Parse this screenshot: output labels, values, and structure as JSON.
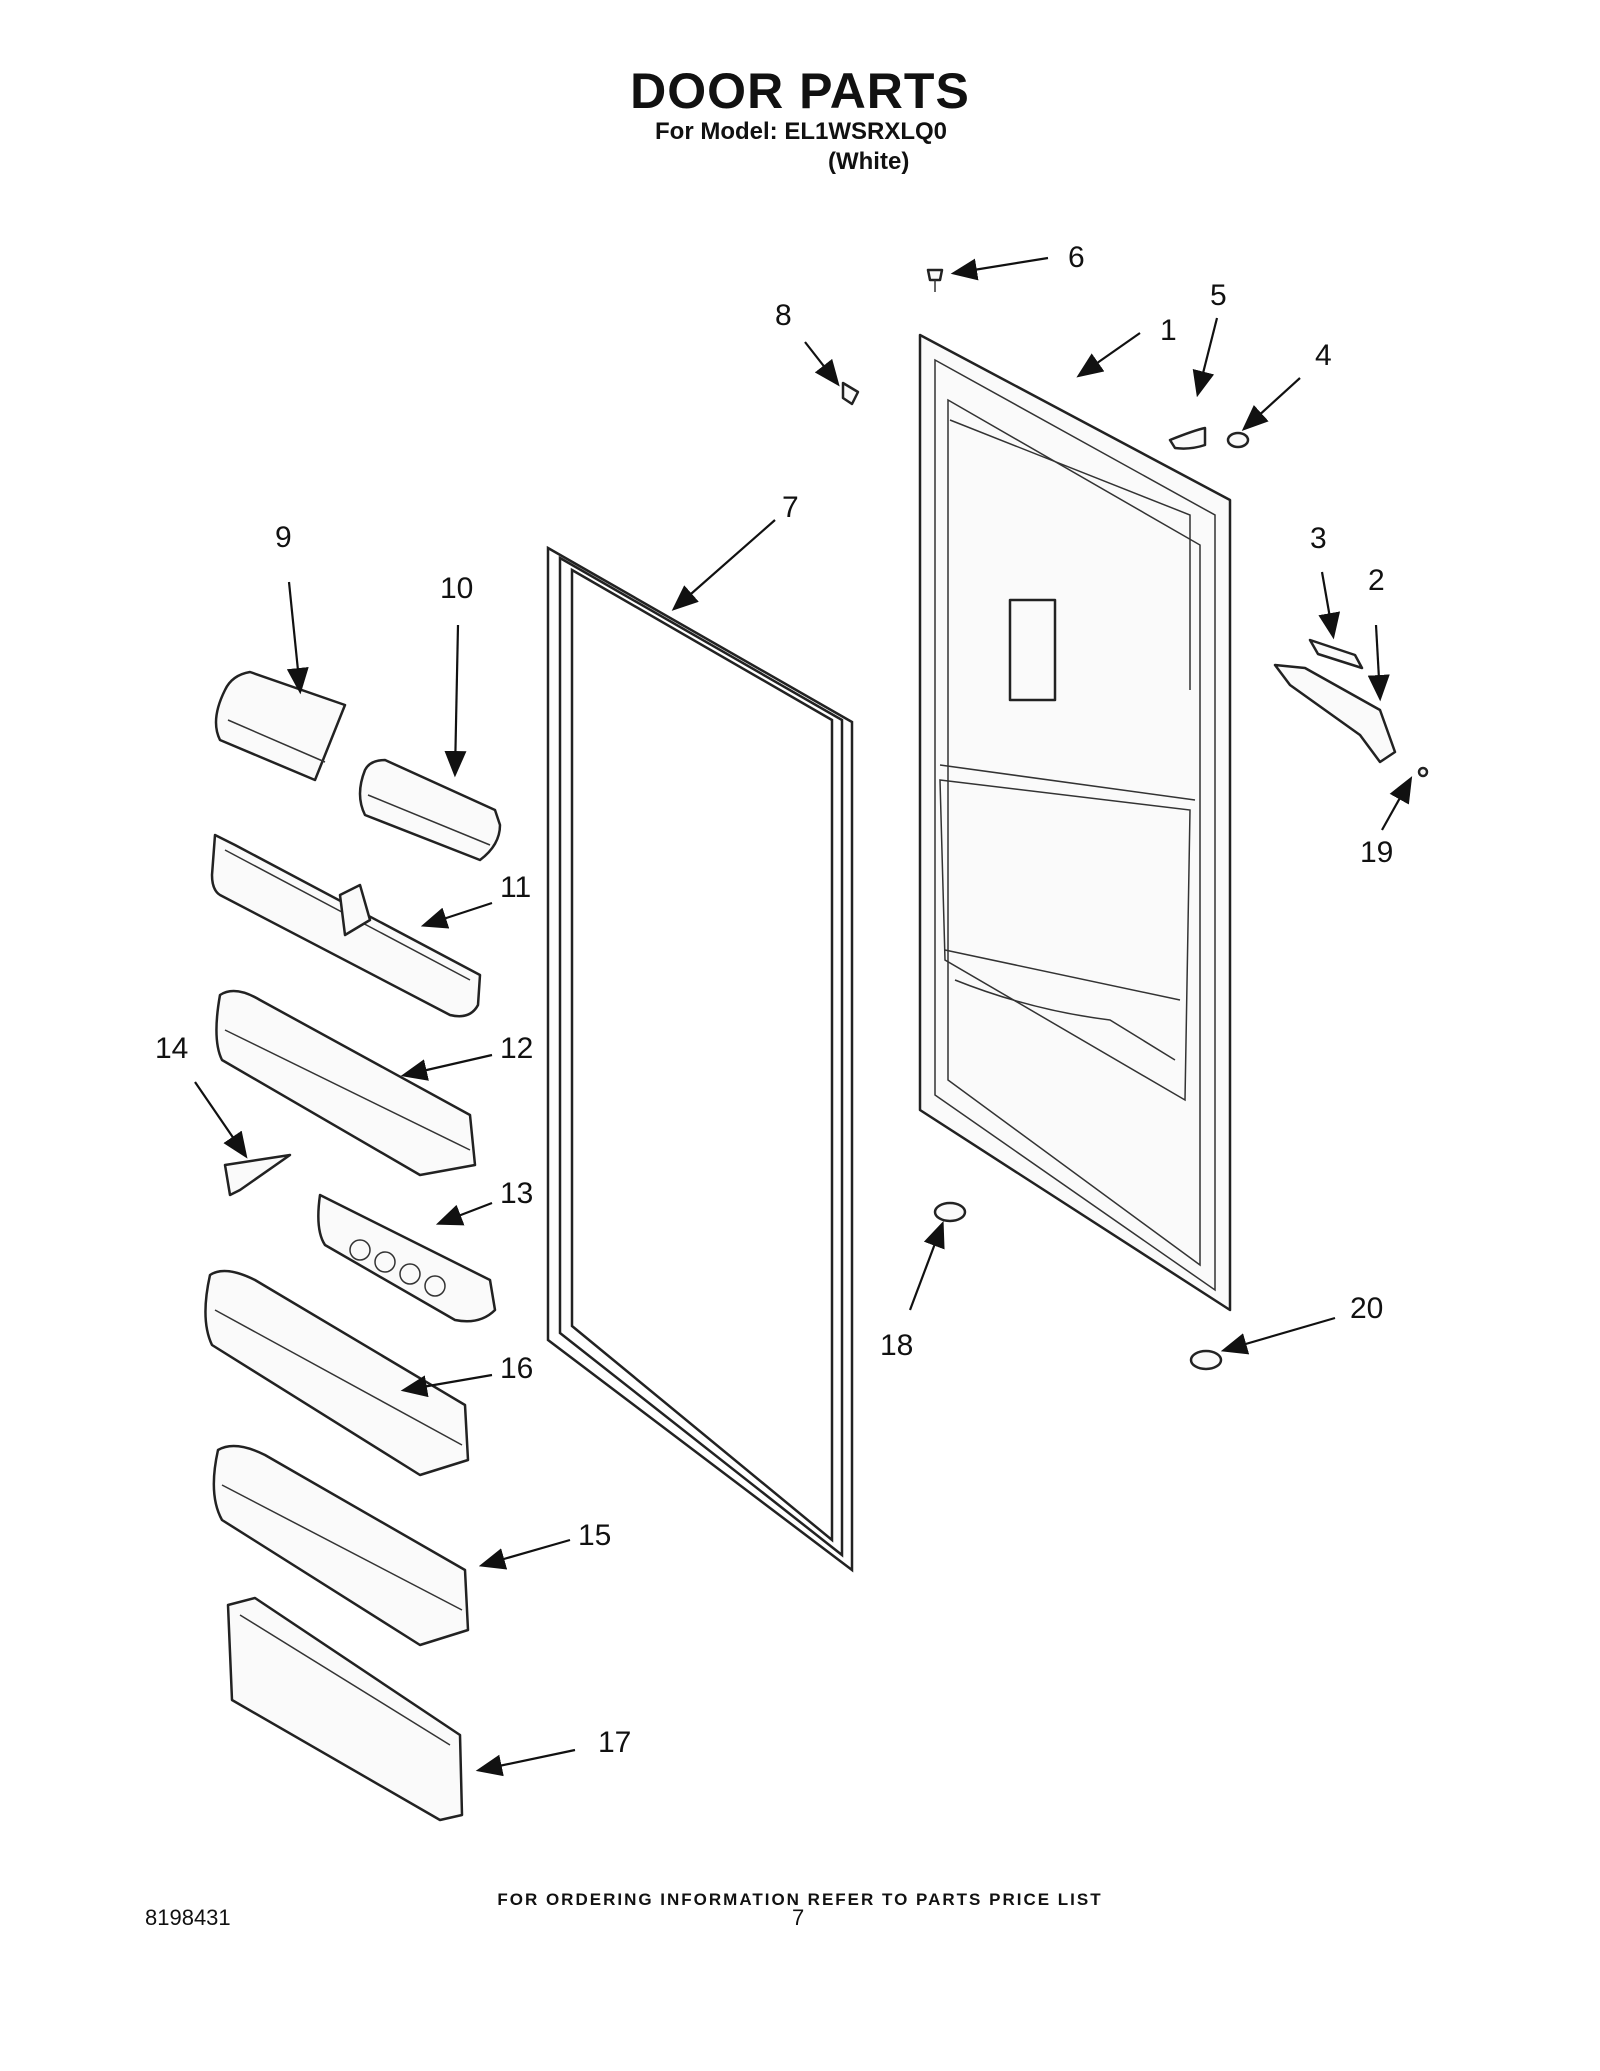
{
  "header": {
    "title": "DOOR PARTS",
    "model_line": "For Model: EL1WSRXLQ0",
    "color_line": "(White)"
  },
  "callouts": [
    "1",
    "2",
    "3",
    "4",
    "5",
    "6",
    "7",
    "8",
    "9",
    "10",
    "11",
    "12",
    "13",
    "14",
    "15",
    "16",
    "17",
    "18",
    "19",
    "20"
  ],
  "footer": {
    "ordering_note": "FOR ORDERING INFORMATION REFER TO PARTS PRICE LIST",
    "document_number": "8198431",
    "page_number": "7"
  }
}
